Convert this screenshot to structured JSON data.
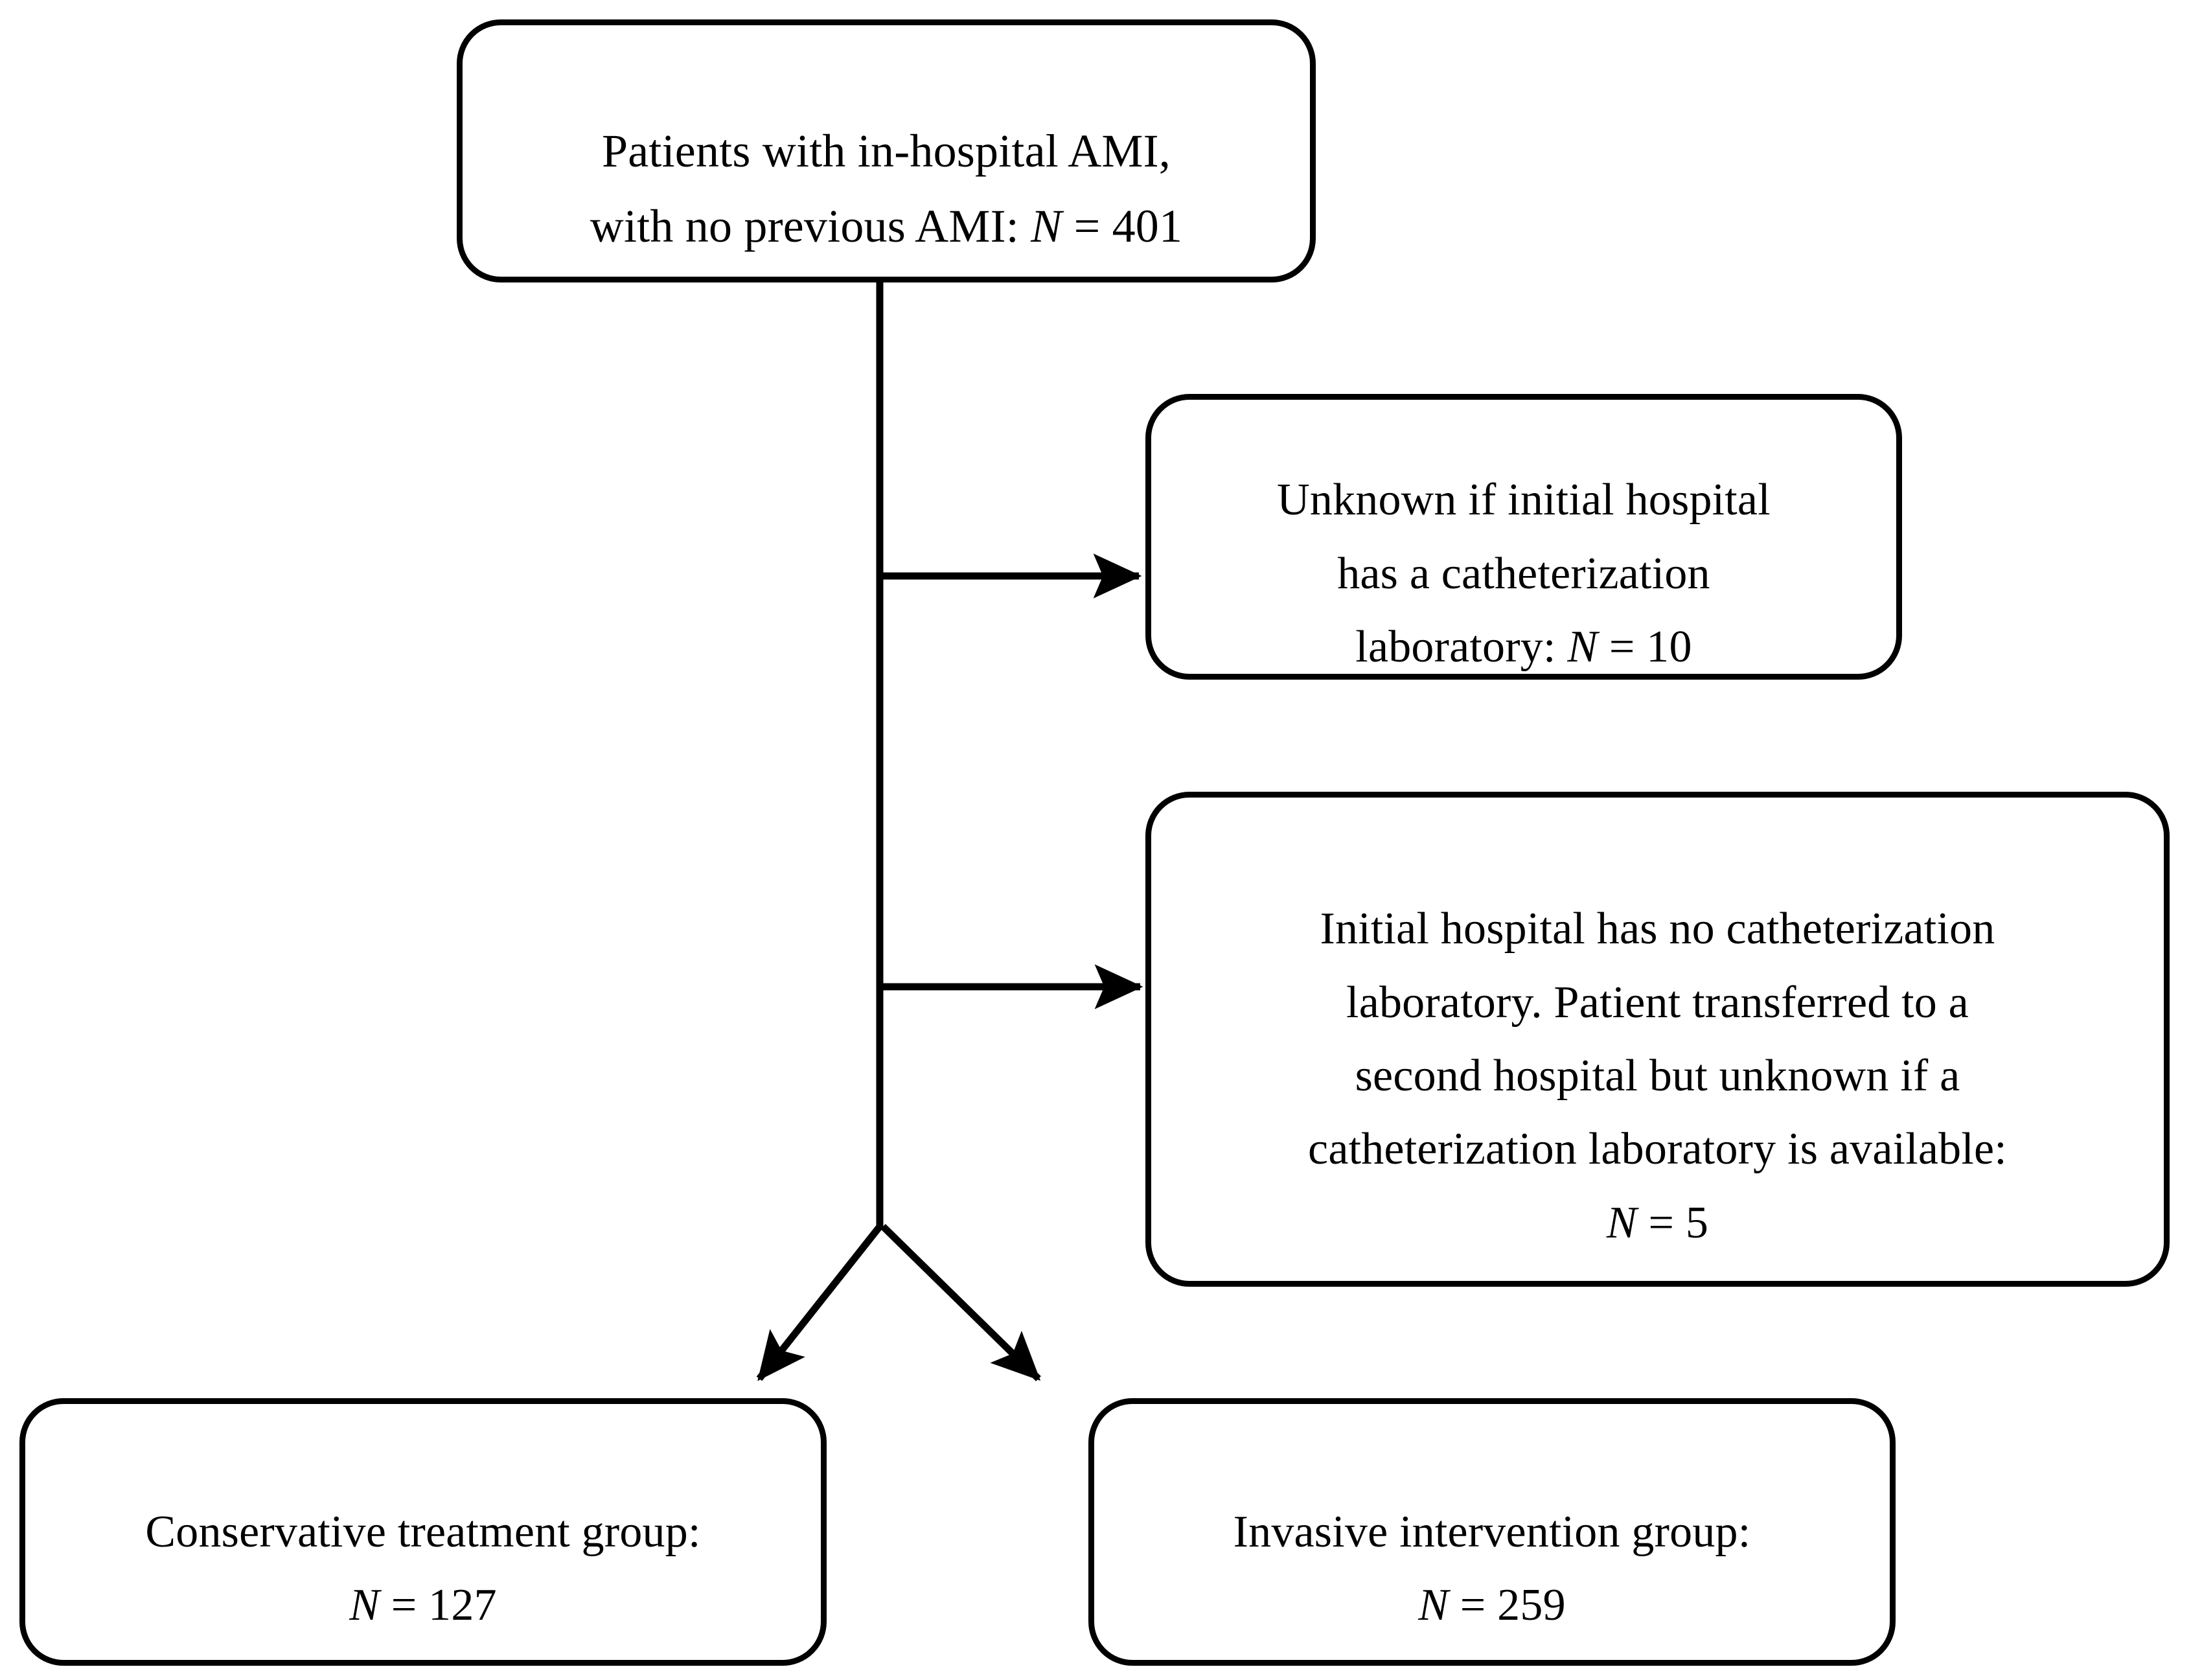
{
  "diagram": {
    "type": "flowchart",
    "title": "Patient enrollment and group allocation flow",
    "line_color": "#000000",
    "background_color": "#ffffff",
    "nodes": [
      {
        "id": "cohort",
        "name": "study-cohort-box",
        "lines": [
          "Patients with in-hospital AMI,",
          "with no previous AMI: N = 401"
        ],
        "text_pre": "Patients with in-hospital AMI,\nwith no previous AMI: ",
        "n_symbol": "N",
        "n_value": " = 401",
        "count": 401
      },
      {
        "id": "unknown-cath",
        "name": "unknown-catheterization-box",
        "lines": [
          "Unknown if initial hospital",
          "has a catheterization",
          "laboratory: N = 10"
        ],
        "text_pre": "Unknown if initial hospital\nhas a catheterization\nlaboratory: ",
        "n_symbol": "N",
        "n_value": " = 10",
        "count": 10
      },
      {
        "id": "transferred",
        "name": "transferred-unknown-cath-box",
        "lines": [
          "Initial hospital has no catheterization",
          "laboratory. Patient transferred to a",
          "second hospital but unknown if a",
          "catheterization laboratory is available:",
          "N = 5"
        ],
        "text_pre": "Initial hospital has no catheterization\nlaboratory. Patient transferred to a\nsecond hospital but unknown if a\ncatheterization laboratory is available:\n",
        "n_symbol": "N",
        "n_value": " = 5",
        "count": 5
      },
      {
        "id": "conservative",
        "name": "conservative-treatment-group-box",
        "lines": [
          "Conservative treatment group:",
          "N = 127"
        ],
        "text_pre": "Conservative treatment group:\n",
        "n_symbol": "N",
        "n_value": " = 127",
        "count": 127
      },
      {
        "id": "invasive",
        "name": "invasive-intervention-group-box",
        "lines": [
          "Invasive intervention group:",
          "N = 259"
        ],
        "text_pre": "Invasive intervention group:\n",
        "n_symbol": "N",
        "n_value": " = 259",
        "count": 259
      }
    ],
    "edges": [
      {
        "id": "stem",
        "from": "cohort",
        "to": "branch-point",
        "arrowhead": false
      },
      {
        "id": "to-unknown",
        "from": "stem",
        "to": "unknown-cath",
        "arrowhead": true
      },
      {
        "id": "to-transferred",
        "from": "stem",
        "to": "transferred",
        "arrowhead": true
      },
      {
        "id": "to-conservative",
        "from": "branch-point",
        "to": "conservative",
        "arrowhead": true
      },
      {
        "id": "to-invasive",
        "from": "branch-point",
        "to": "invasive",
        "arrowhead": true
      }
    ]
  }
}
